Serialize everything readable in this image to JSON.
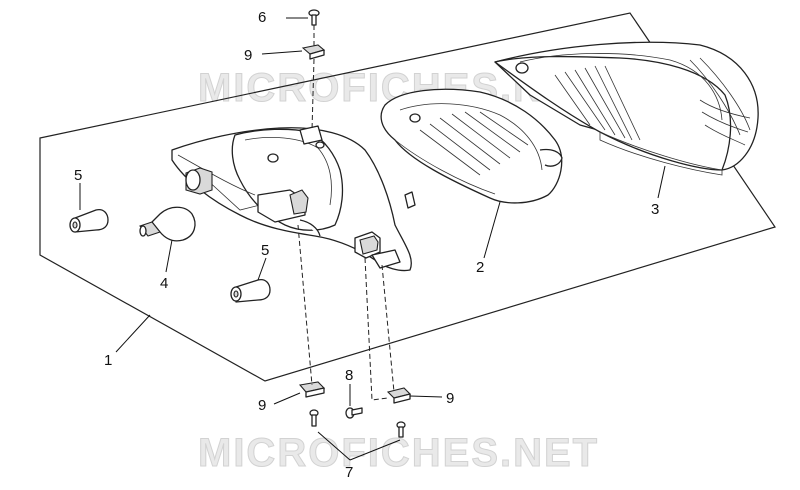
{
  "watermark": {
    "top": "MICROFICHES.NET",
    "bottom": "MICROFICHES.NET"
  },
  "callouts": {
    "c1": "1",
    "c2": "2",
    "c3": "3",
    "c4": "4",
    "c5a": "5",
    "c5b": "5",
    "c6": "6",
    "c7": "7",
    "c8": "8",
    "c9a": "9",
    "c9b": "9",
    "c9c": "9"
  }
}
